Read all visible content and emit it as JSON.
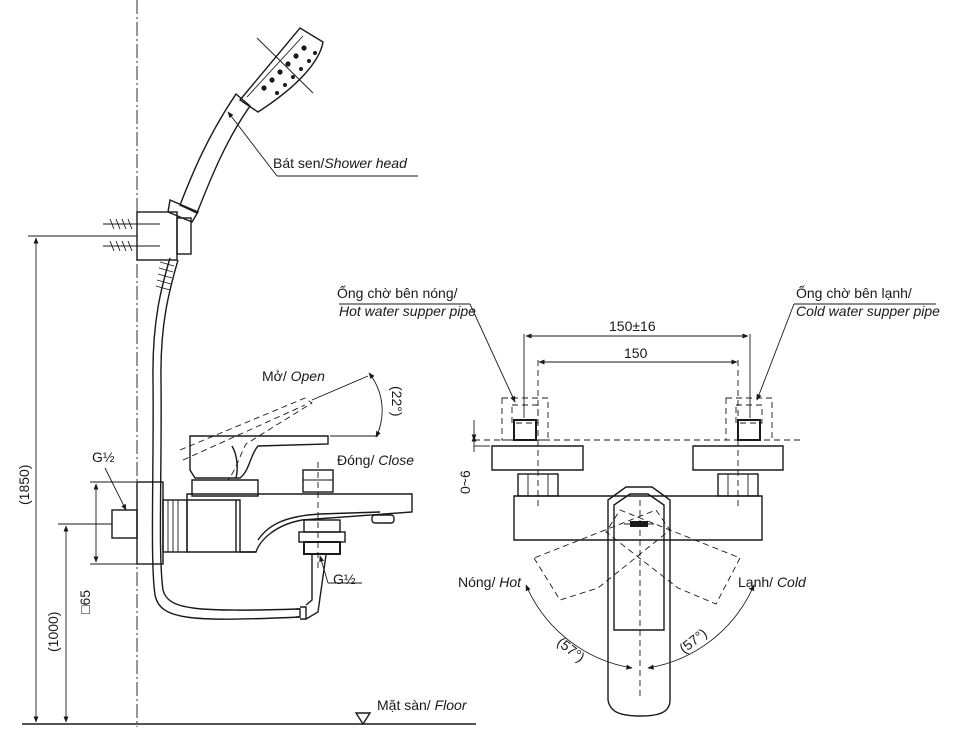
{
  "labels": {
    "shower_head_vi": "Bát sen/",
    "shower_head_en": "Shower head",
    "open_vi": "Mở/ ",
    "open_en": "Open",
    "angle_open": "(22°)",
    "close_vi": "Đóng/ ",
    "close_en": "Close",
    "thread_left": "G½",
    "thread_bottom": "G½",
    "height_total": "(1850)",
    "height_mixer": "(1000)",
    "square_size": "□65",
    "floor_vi": "Mặt sàn/ ",
    "floor_en": "Floor",
    "hot_pipe_vi": "Ống chờ bên nóng/",
    "hot_pipe_en": "Hot water supper pipe",
    "cold_pipe_vi": "Ống chờ bên lạnh/",
    "cold_pipe_en": "Cold water supper pipe",
    "dim_top": "150±16",
    "dim_inner": "150",
    "offset": "0~6",
    "hot_vi": "Nóng/ ",
    "hot_en": "Hot",
    "cold_vi": "Lạnh/ ",
    "cold_en": "Cold",
    "angle_hot": "(57°)",
    "angle_cold": "(57°)"
  }
}
